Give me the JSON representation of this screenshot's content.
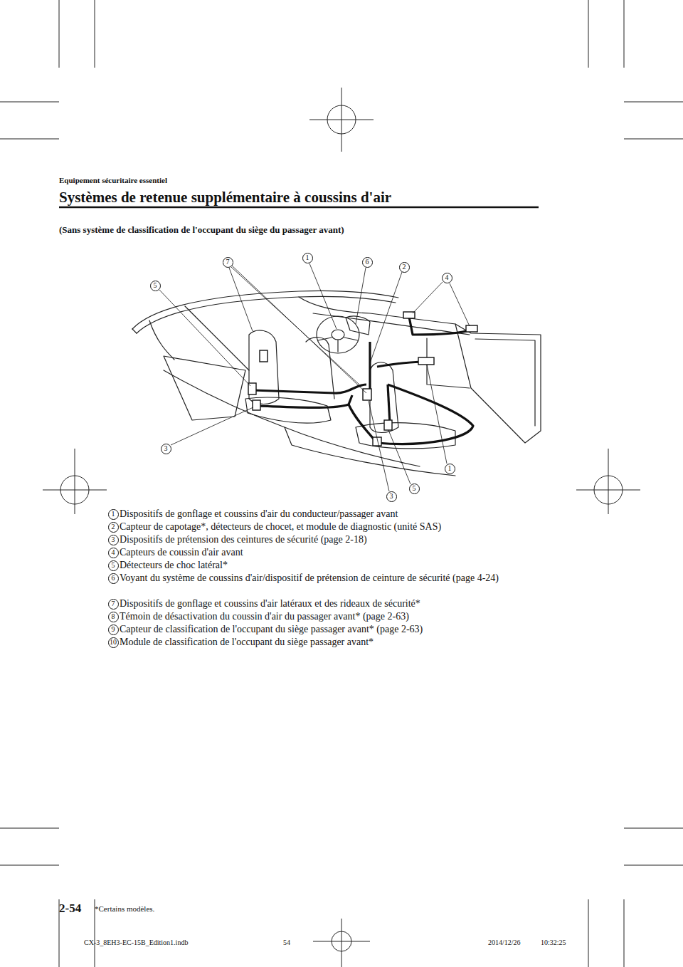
{
  "diagram": {
    "title": "Systèmes de retenue supplémentaire à coussins d'air",
    "nodes": [
      {
        "text": [
          "7"
        ]
      },
      {
        "text": [
          "1"
        ]
      },
      {
        "text": [
          "6"
        ]
      },
      {
        "text": [
          "2"
        ]
      },
      {
        "text": [
          "4"
        ]
      },
      {
        "text": [
          "5"
        ]
      },
      {
        "text": [
          "3"
        ]
      },
      {
        "text": [
          "1"
        ]
      },
      {
        "text": [
          "5"
        ]
      },
      {
        "text": [
          "3"
        ]
      },
      {
        "text": [
          "1"
        ]
      },
      {
        "text": [
          "2"
        ]
      },
      {
        "text": [
          "3"
        ]
      },
      {
        "text": [
          "4"
        ]
      },
      {
        "text": [
          "5"
        ]
      },
      {
        "text": [
          "6"
        ]
      },
      {
        "text": [
          "7"
        ]
      },
      {
        "text": [
          "8"
        ]
      },
      {
        "text": [
          "9"
        ]
      },
      {
        "text": [
          "10"
        ]
      }
    ],
    "labels": [
      "Equipement sécuritaire essentiel",
      "(Sans système de classification de l'occupant du siège du passager avant)",
      "Dispositifs de gonflage et coussins d'air du conducteur/passager avant",
      "Capteur de capotage*, détecteurs de chocet, et module de diagnostic (unité SAS)",
      "Dispositifs de prétension des ceintures de sécurité (page 2-18)",
      "Capteurs de coussin d'air avant",
      "Détecteurs de choc latéral*",
      "Voyant du système de coussins d'air/dispositif de prétension de ceinture de sécurité (page 4-24)",
      "Dispositifs de gonflage et coussins d'air latéraux et des rideaux de sécurité*",
      "Témoin de désactivation du coussin d'air du passager avant* (page 2-63)",
      "Capteur de classification de l'occupant du siège passager avant* (page 2-63)",
      "Module de classification de l'occupant du siège passager avant*",
      "2-54",
      "*Certains modèles.",
      "CX-3_8EH3-EC-15B_Edition1.indb",
      "54",
      "2014/12/26",
      "10:32:25"
    ]
  }
}
